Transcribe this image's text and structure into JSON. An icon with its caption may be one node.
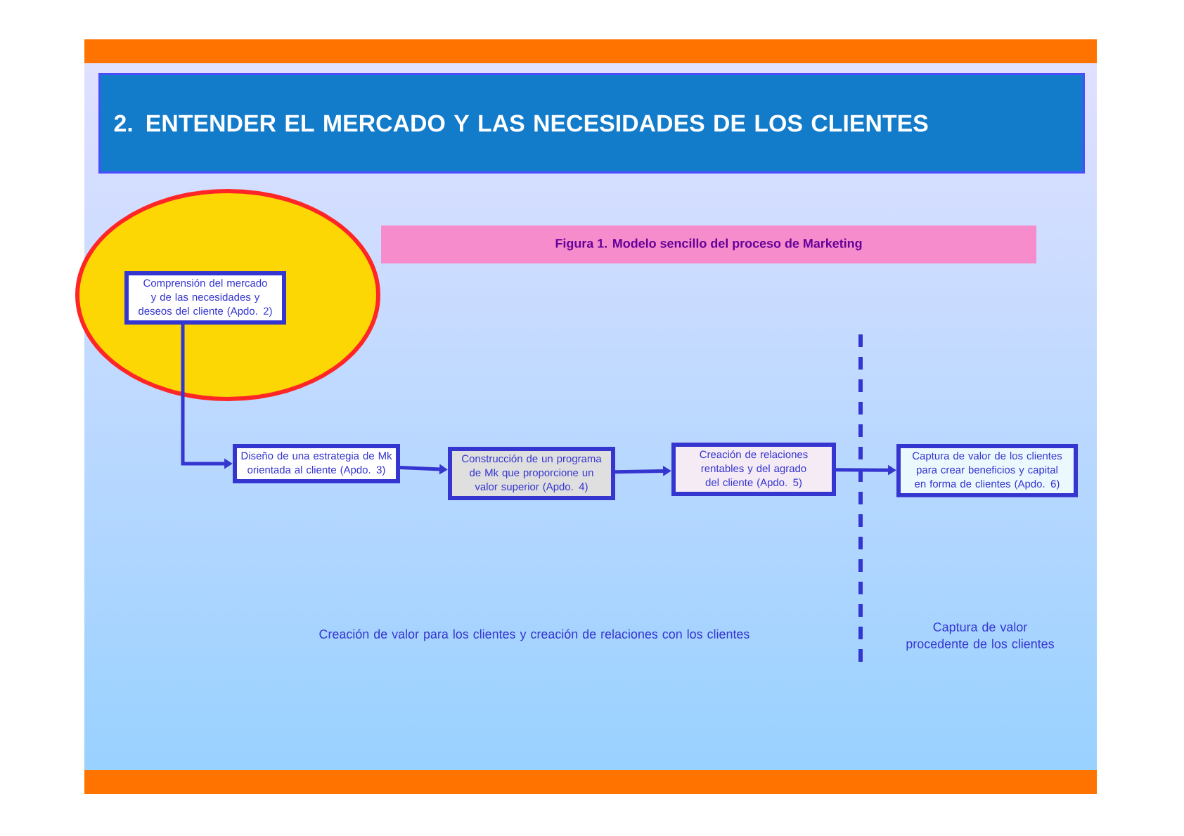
{
  "diagram": {
    "title": "2. ENTENDER EL MERCADO Y LAS NECESIDADES DE LOS CLIENTES",
    "caption": "Figura 1. Modelo sencillo del proceso de Marketing",
    "nodes": [
      {
        "text": [
          "Comprensión del mercado y de las necesidades y deseos del cliente (Apdo. 2)"
        ]
      },
      {
        "text": [
          "Diseño de una estrategia de Mk orientada al cliente (Apdo. 3)"
        ]
      },
      {
        "text": [
          "Construcción de un programa de Mk que proporcione un valor superior (Apdo. 4)"
        ]
      },
      {
        "text": [
          "Creación de relaciones rentables y del agrado del cliente (Apdo. 5)"
        ]
      },
      {
        "text": [
          "Captura de valor de los clientes para crear beneficios y capital en forma de clientes (Apdo. 6)"
        ]
      }
    ],
    "edges": [
      {
        "from": 0,
        "to": 1,
        "arrow": "to"
      },
      {
        "from": 1,
        "to": 2,
        "arrow": "to"
      },
      {
        "from": 2,
        "to": 3,
        "arrow": "to"
      },
      {
        "from": 3,
        "to": 4,
        "arrow": "to"
      }
    ],
    "labels": [
      "Creación de valor para los clientes y creación de relaciones con los clientes",
      "Captura de valor procedente de los clientes"
    ]
  }
}
